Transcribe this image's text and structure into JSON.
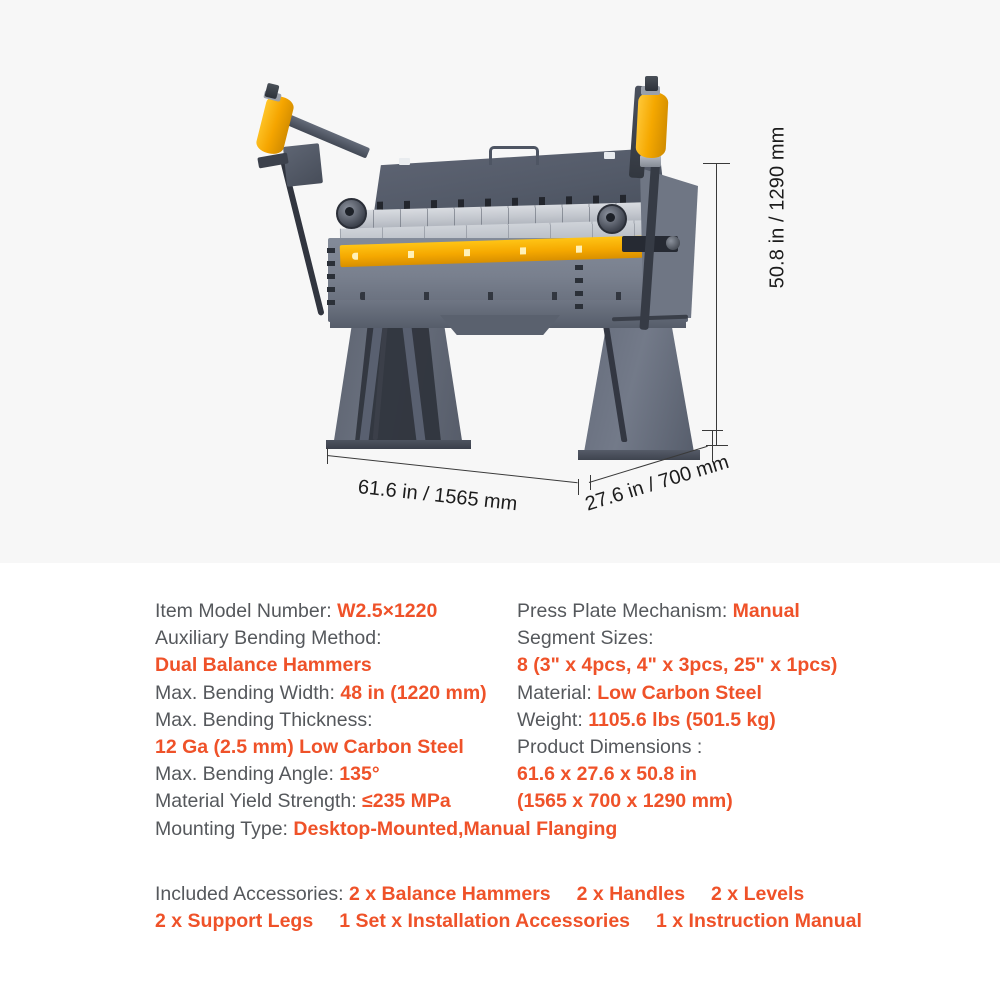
{
  "product_image": {
    "alt_name": "box-and-pan-brake-machine",
    "dimension_callouts": {
      "height": "50.8 in / 1290 mm",
      "width": "61.6 in / 1565 mm",
      "depth": "27.6 in / 700 mm"
    }
  },
  "spec_card": {
    "left_column": [
      {
        "label": "Item Model Number: ",
        "value": "W2.5×1220",
        "inline": true
      },
      {
        "label": "Auxiliary Bending Method:",
        "value": "",
        "inline": true
      },
      {
        "label": "",
        "value": "Dual Balance Hammers",
        "inline": false
      },
      {
        "label": "Max. Bending Width: ",
        "value": "48 in (1220 mm)",
        "inline": true
      },
      {
        "label": "Max. Bending Thickness:",
        "value": "",
        "inline": true
      },
      {
        "label": "",
        "value": "12 Ga (2.5 mm) Low Carbon Steel",
        "inline": false
      },
      {
        "label": "Max. Bending Angle: ",
        "value": "135°",
        "inline": true
      },
      {
        "label": "Material Yield Strength: ",
        "value": "≤235 MPa",
        "inline": true
      },
      {
        "label": "Mounting Type: ",
        "value": "Desktop-Mounted,Manual Flanging",
        "inline": true
      }
    ],
    "right_column": [
      {
        "label": "Press Plate Mechanism: ",
        "value": "Manual",
        "inline": true
      },
      {
        "label": "Segment Sizes:",
        "value": "",
        "inline": true
      },
      {
        "label": "",
        "value": "8 (3\" x 4pcs, 4\" x 3pcs, 25\" x 1pcs)",
        "inline": false
      },
      {
        "label": "Material: ",
        "value": "Low Carbon Steel",
        "inline": true
      },
      {
        "label": "Weight: ",
        "value": "1105.6 lbs (501.5 kg)",
        "inline": true
      },
      {
        "label": "Product Dimensions :",
        "value": "",
        "inline": true
      },
      {
        "label": "",
        "value": "61.6 x 27.6 x 50.8 in",
        "inline": false
      },
      {
        "label": "",
        "value": "(1565 x 700 x 1290 mm)",
        "inline": false
      }
    ],
    "accessories": {
      "label": "Included Accessories: ",
      "row1": [
        "2 x Balance Hammers",
        "2 x Handles",
        "2 x Levels"
      ],
      "row2": [
        "2 x Support Legs",
        "1 Set x Installation Accessories",
        "1 x Instruction Manual"
      ]
    }
  },
  "colors": {
    "accent": "#ef5229",
    "label_text": "#55585c",
    "page_background": "#f7f7f7",
    "card_background": "#ffffff",
    "machine_yellow": "#f5a800",
    "machine_gray": "#6f7684"
  }
}
